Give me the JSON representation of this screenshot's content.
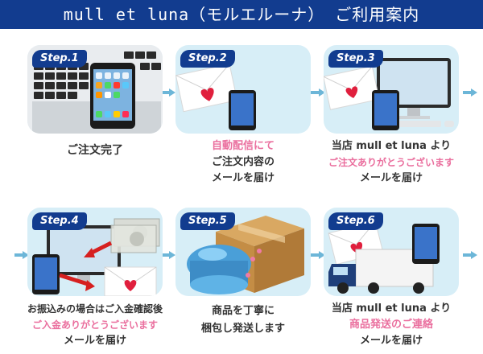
{
  "header": {
    "title": "mull et luna（モルエルーナ） ご利用案内"
  },
  "colors": {
    "banner": "#123c8f",
    "card_bg": "#d7eef7",
    "pink": "#ea6f9e",
    "arrow": "#6cb6d8",
    "text": "#333333"
  },
  "steps": [
    {
      "badge": "Step.1",
      "icons": [
        "laptop-icon",
        "smartphone-icon"
      ],
      "lines": [
        "ご注文完了"
      ]
    },
    {
      "badge": "Step.2",
      "icons": [
        "envelope-heart-icon",
        "smartphone-icon"
      ],
      "lines": [
        "自動配信にて",
        "ご注文内容の",
        "メールを届け"
      ]
    },
    {
      "badge": "Step.3",
      "icons": [
        "envelope-heart-icon",
        "desktop-computer-icon",
        "smartphone-icon"
      ],
      "lines": [
        "当店 mull et luna より",
        "ご注文ありがとうございます",
        "メールを届け"
      ]
    },
    {
      "badge": "Step.4",
      "icons": [
        "banknote-icon",
        "desktop-computer-icon",
        "smartphone-icon",
        "envelope-heart-icon"
      ],
      "lines": [
        "お振込みの場合はご入金確認後",
        "ご入金ありがとうございます",
        "メールを届け"
      ]
    },
    {
      "badge": "Step.5",
      "icons": [
        "cardboard-box-icon",
        "gift-box-icon"
      ],
      "lines": [
        "商品を丁寧に",
        "梱包し発送します"
      ]
    },
    {
      "badge": "Step.6",
      "icons": [
        "envelope-heart-icon",
        "delivery-truck-icon",
        "smartphone-icon"
      ],
      "lines": [
        "当店 mull et luna より",
        "商品発送のご連絡",
        "メールを届け"
      ]
    }
  ]
}
